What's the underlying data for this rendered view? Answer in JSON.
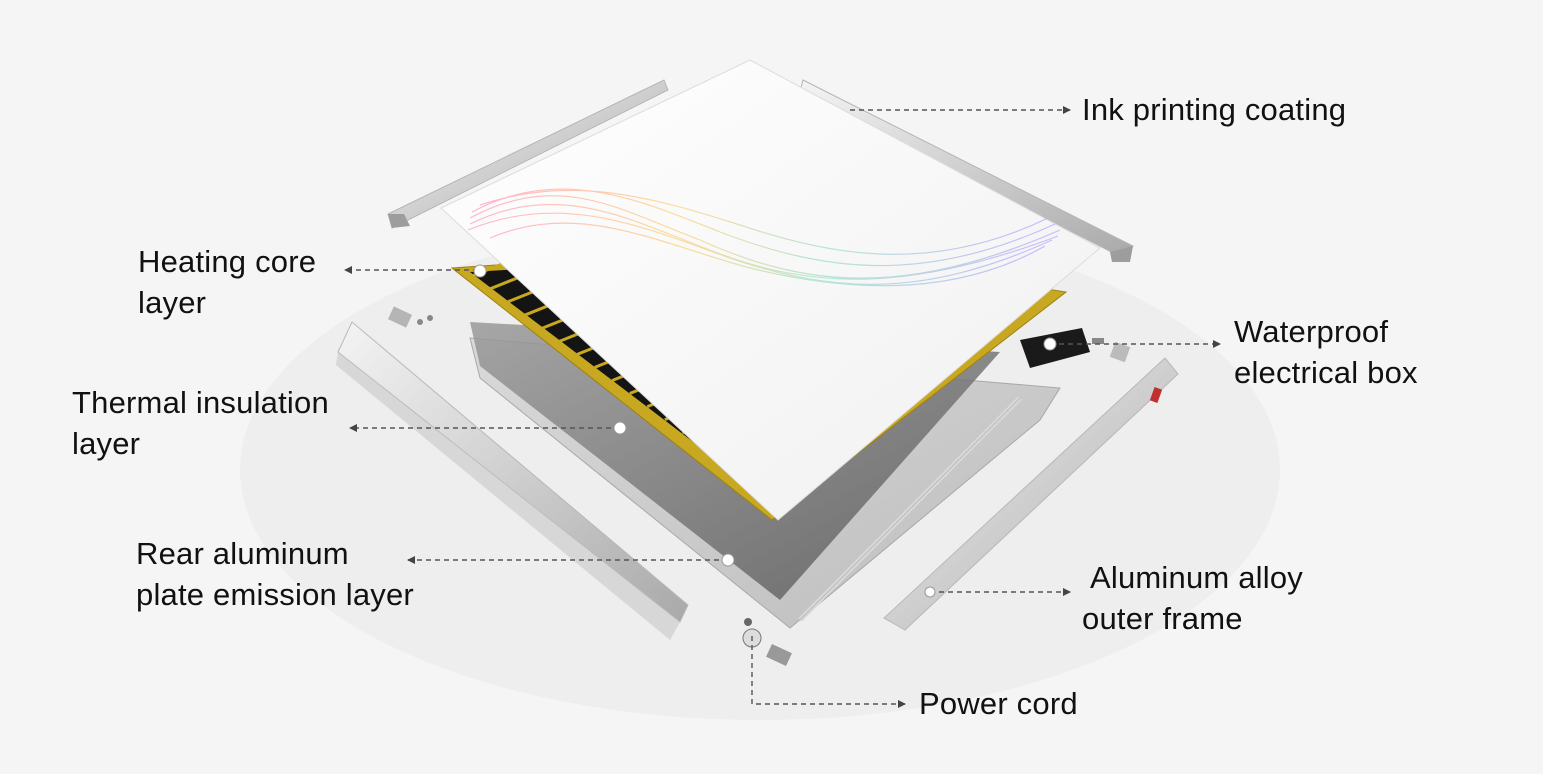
{
  "colors": {
    "background": "#f5f5f5",
    "label_text": "#111111",
    "leader_line": "#555555",
    "heating_film": "#c8a820",
    "heating_core": "#141414",
    "aluminum": "#dcdcdc",
    "panel_face": "#ffffff"
  },
  "labels": {
    "ink_coating": {
      "line1": "Ink printing coating"
    },
    "heating_core": {
      "line1": "Heating core",
      "line2": "layer"
    },
    "waterproof_box": {
      "line1": "Waterproof",
      "line2": "electrical box"
    },
    "thermal_insulation": {
      "line1": "Thermal insulation",
      "line2": "layer"
    },
    "rear_plate": {
      "line1": "Rear aluminum",
      "line2": "plate emission layer"
    },
    "outer_frame": {
      "line1": "Aluminum alloy",
      "line2": "outer frame"
    },
    "power_cord": {
      "line1": "Power cord"
    }
  }
}
